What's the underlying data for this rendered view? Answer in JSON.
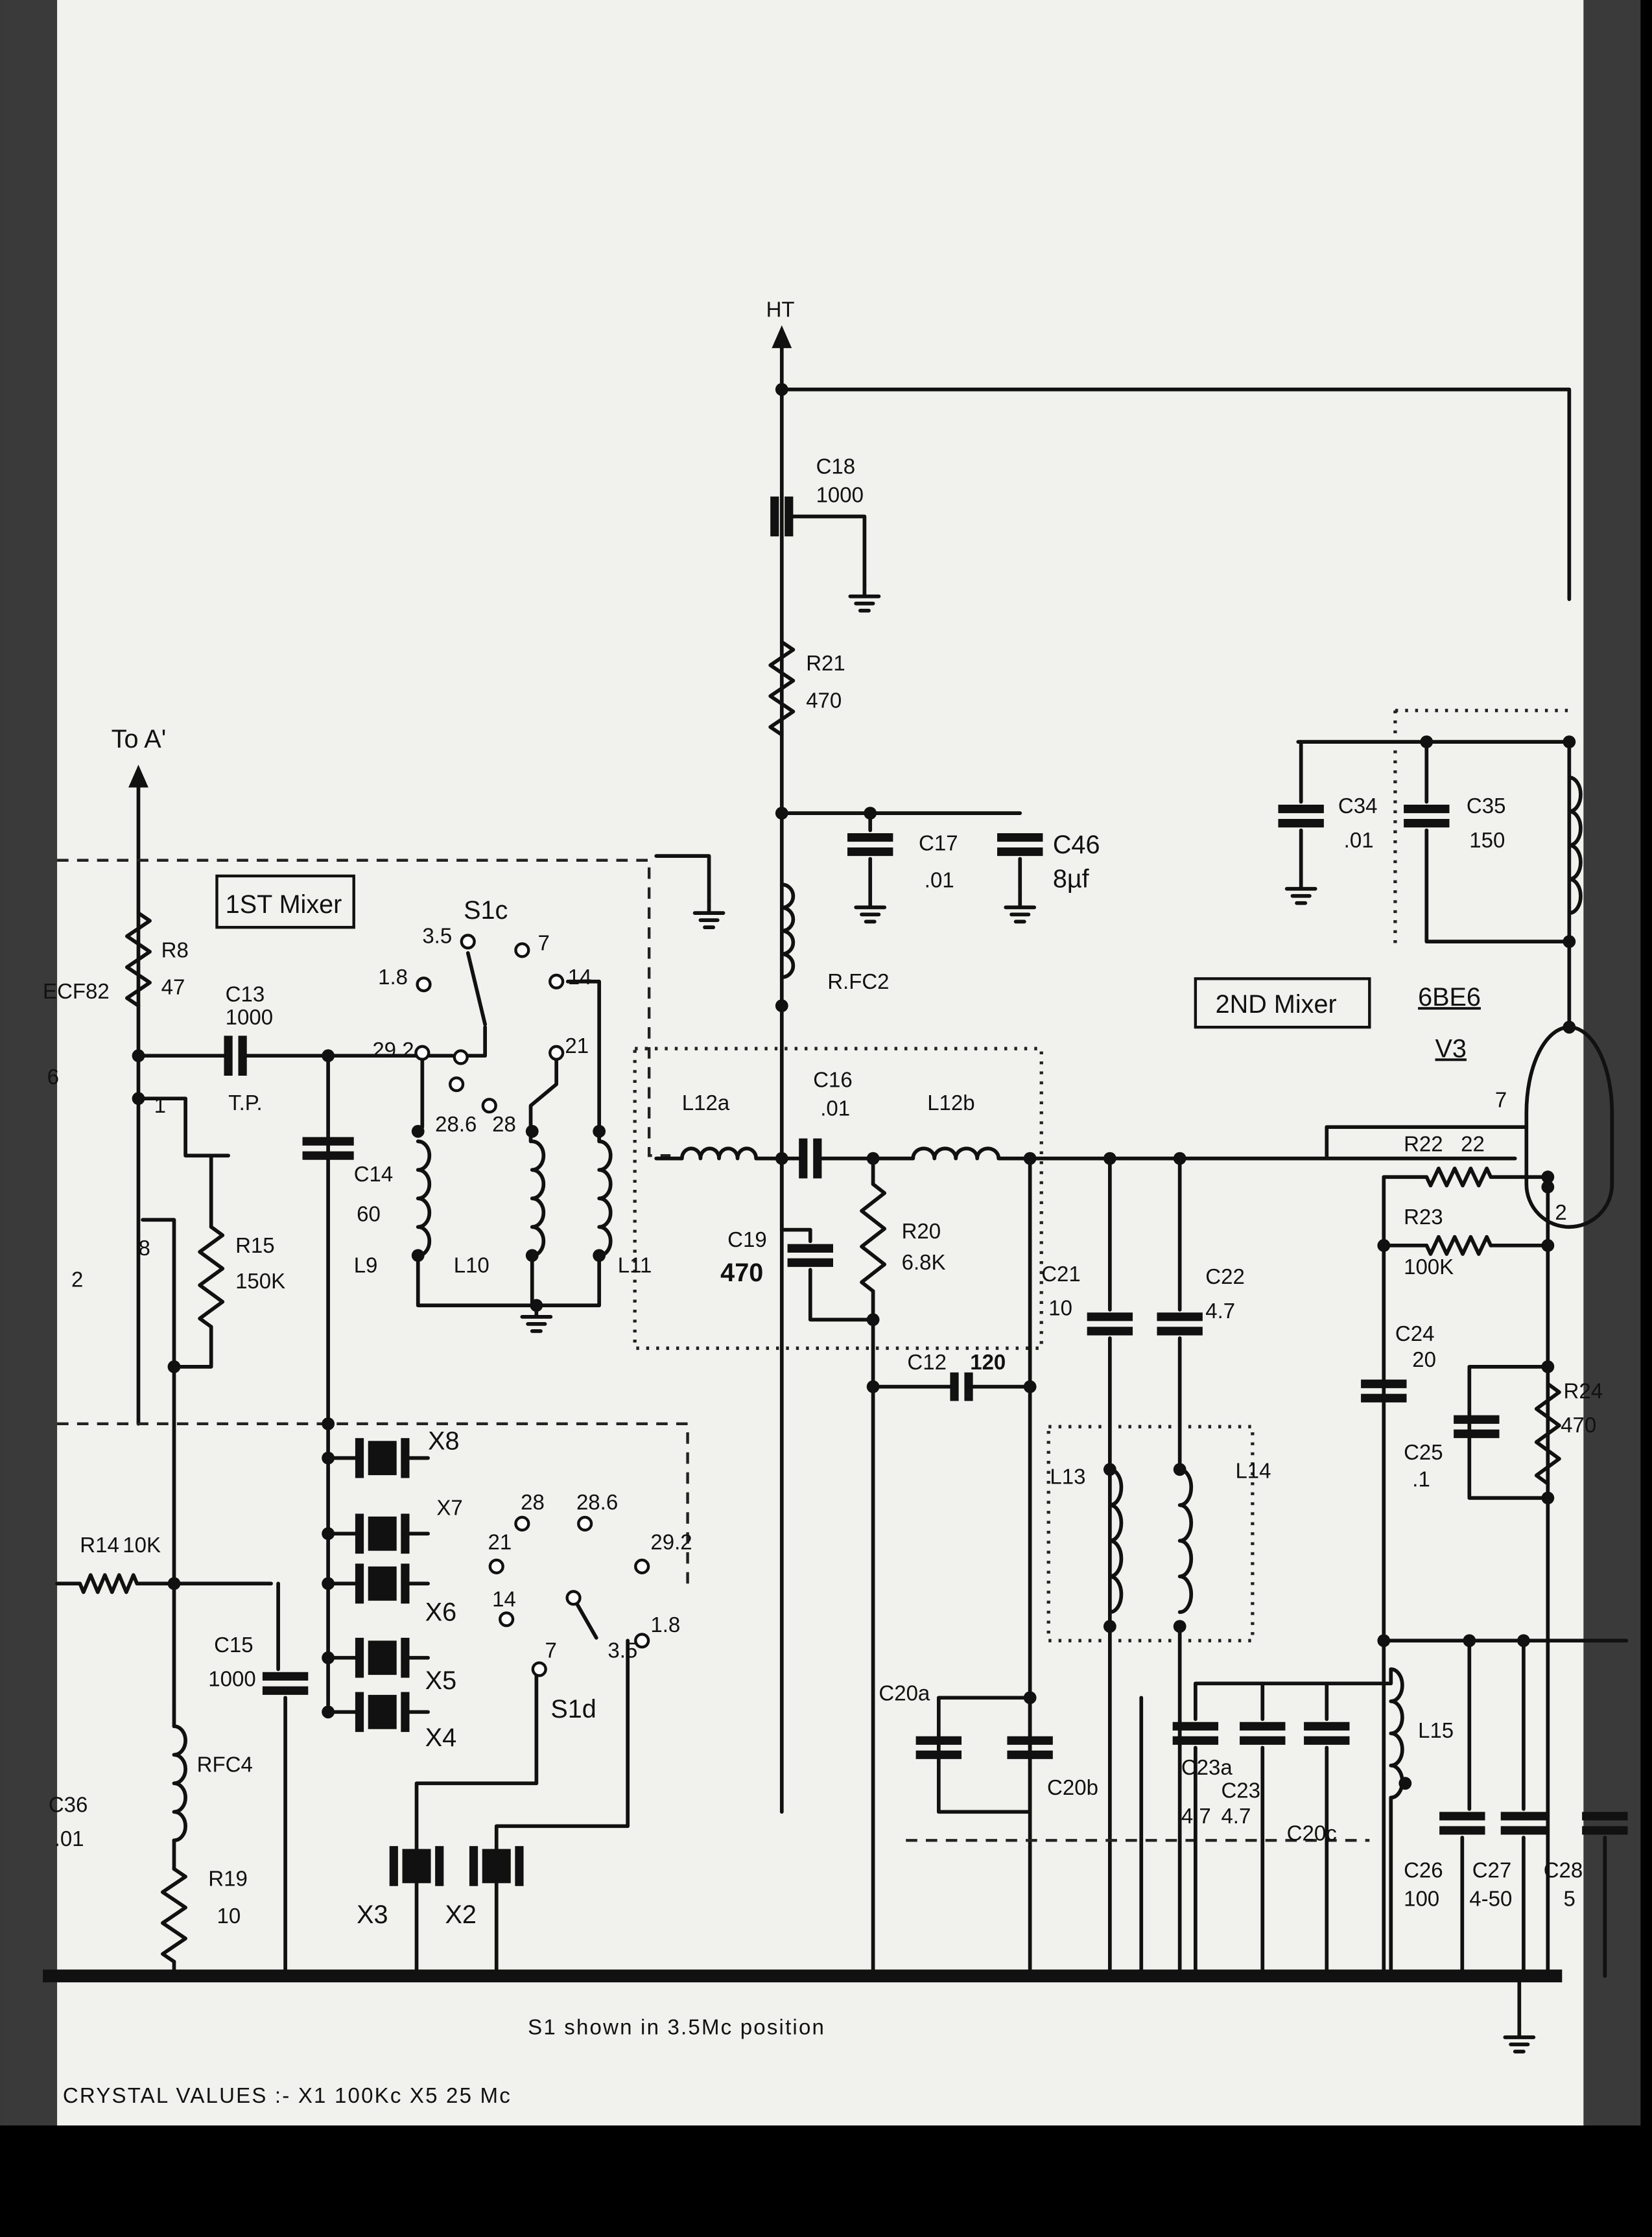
{
  "title_labels": {
    "ht": "HT",
    "to_a": "To A'"
  },
  "sections": {
    "mixer1": "1ST Mixer",
    "mixer2": "2ND Mixer"
  },
  "tubes": {
    "ecf82": "ECF82",
    "type_6be6": "6BE6",
    "v3": "V3"
  },
  "components": {
    "c18": "C18",
    "c18_v": "1000",
    "r21": "R21",
    "r21_v": "470",
    "c17": "C17",
    "c17_v": ".01",
    "c46": "C46",
    "c46_v": "8µf",
    "rfc2": "R.FC2",
    "r8": "R8",
    "r8_v": "47",
    "c13": "C13",
    "c13_v": "1000",
    "tp": "T.P.",
    "c14": "C14",
    "c14_v": "60",
    "r15": "R15",
    "r15_v": "150K",
    "l9": "L9",
    "l10": "L10",
    "l11": "L11",
    "l12a": "L12a",
    "l12b": "L12b",
    "c16": "C16",
    "c16_v": ".01",
    "c19": "C19",
    "c19_v": "470",
    "r20": "R20",
    "r20_v": "6.8K",
    "c21": "C21",
    "c21_v": "10",
    "c22": "C22",
    "c22_v": "4.7",
    "c12": "C12",
    "c12_v": "120",
    "l13": "L13",
    "l14": "L14",
    "c34": "C34",
    "c34_v": ".01",
    "c35": "C35",
    "c35_v": "150",
    "r22": "R22",
    "r22_v": "22",
    "r23": "R23",
    "r23_v": "100K",
    "c24": "C24",
    "c24_v": "20",
    "c25": "C25",
    "c25_v": ".1",
    "r24": "R24",
    "r24_v": "470",
    "x8": "X8",
    "x7": "X7",
    "x6": "X6",
    "x5": "X5",
    "x4": "X4",
    "x3": "X3",
    "x2": "X2",
    "r14": "R14",
    "r14_v": "10K",
    "c15": "C15",
    "c15_v": "1000",
    "rfc4": "RFC4",
    "c36": "C36",
    "c36_v": ".01",
    "r19": "R19",
    "r19_v": "10",
    "c20a": "C20a",
    "c20b": "C20b",
    "c20c": "C20c",
    "c23a": "C23a",
    "c23a_v": "4.7",
    "c23": "C23",
    "c23_v": "4.7",
    "l15": "L15",
    "c26": "C26",
    "c26_v": "100",
    "c27": "C27",
    "c27_v": "4-50",
    "c28": "C28",
    "c28_v": "5"
  },
  "switch_s1c": {
    "label": "S1c",
    "positions": [
      "3.5",
      "1.8",
      "7",
      "14",
      "29.2",
      "21",
      "28.6",
      "28"
    ]
  },
  "switch_s1d": {
    "label": "S1d",
    "positions": [
      "28",
      "28.6",
      "29.2",
      "21",
      "14",
      "7",
      "3.5",
      "1.8"
    ]
  },
  "pins": {
    "p6": "6",
    "p1": "1",
    "p8": "8",
    "p2": "2",
    "v3_p7": "7",
    "v3_p2": "2"
  },
  "notes": {
    "switch_position": "S1 shown in 3.5Mc position",
    "crystal_values": "CRYSTAL VALUES :-  X1  100Kc        X5   25 Mc"
  }
}
